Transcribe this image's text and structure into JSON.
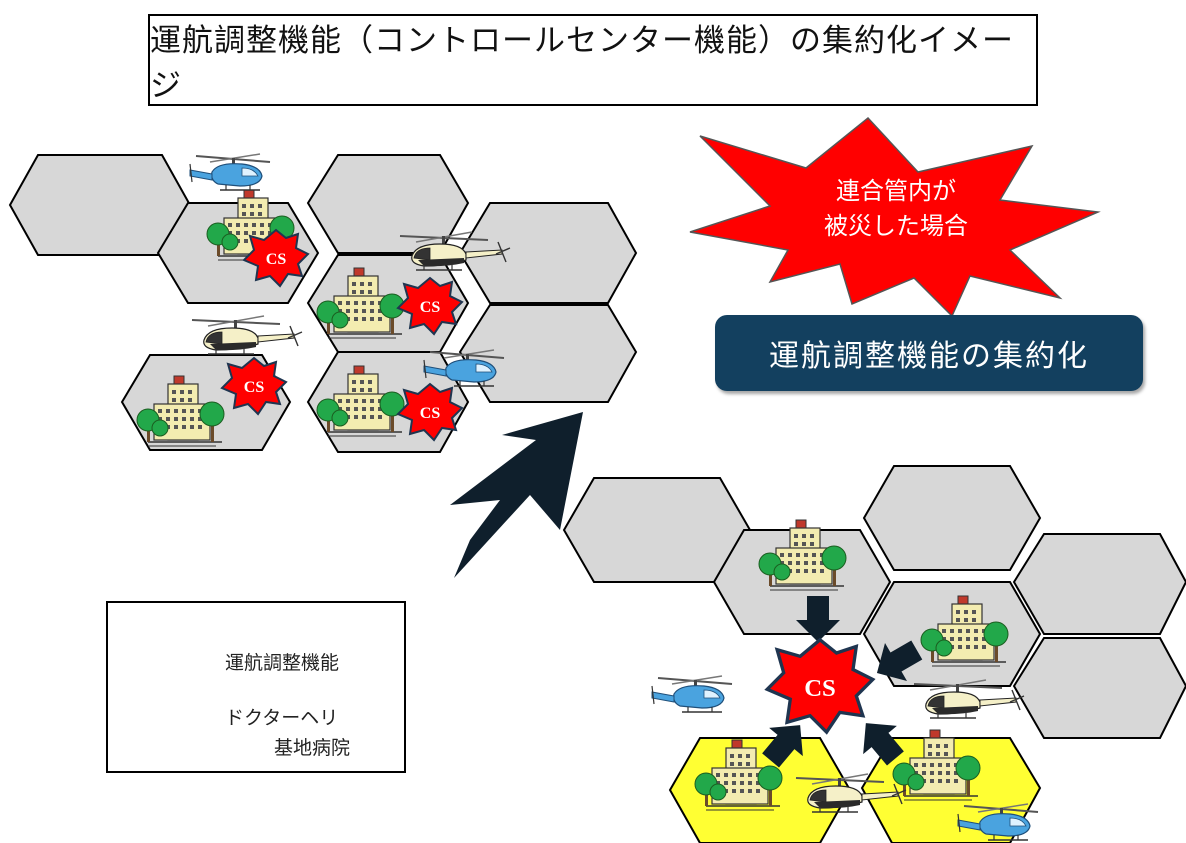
{
  "title": "運航調整機能（コントロールセンター機能）の集約化イメージ",
  "burst": {
    "line1": "連合管内が",
    "line2": "被災した場合"
  },
  "pill_label": "運航調整機能の集約化",
  "cs_label": "CS",
  "legend": {
    "cs_label": "運航調整機能",
    "hospital_label_line1": "ドクターヘリ",
    "hospital_label_line2": "基地病院"
  },
  "colors": {
    "hex_gray": "#d7d7d7",
    "hex_yellow": "#ffff33",
    "burst_red": "#ff0000",
    "pill_navy": "#13405f",
    "arrow_dark": "#0f1f2c"
  }
}
